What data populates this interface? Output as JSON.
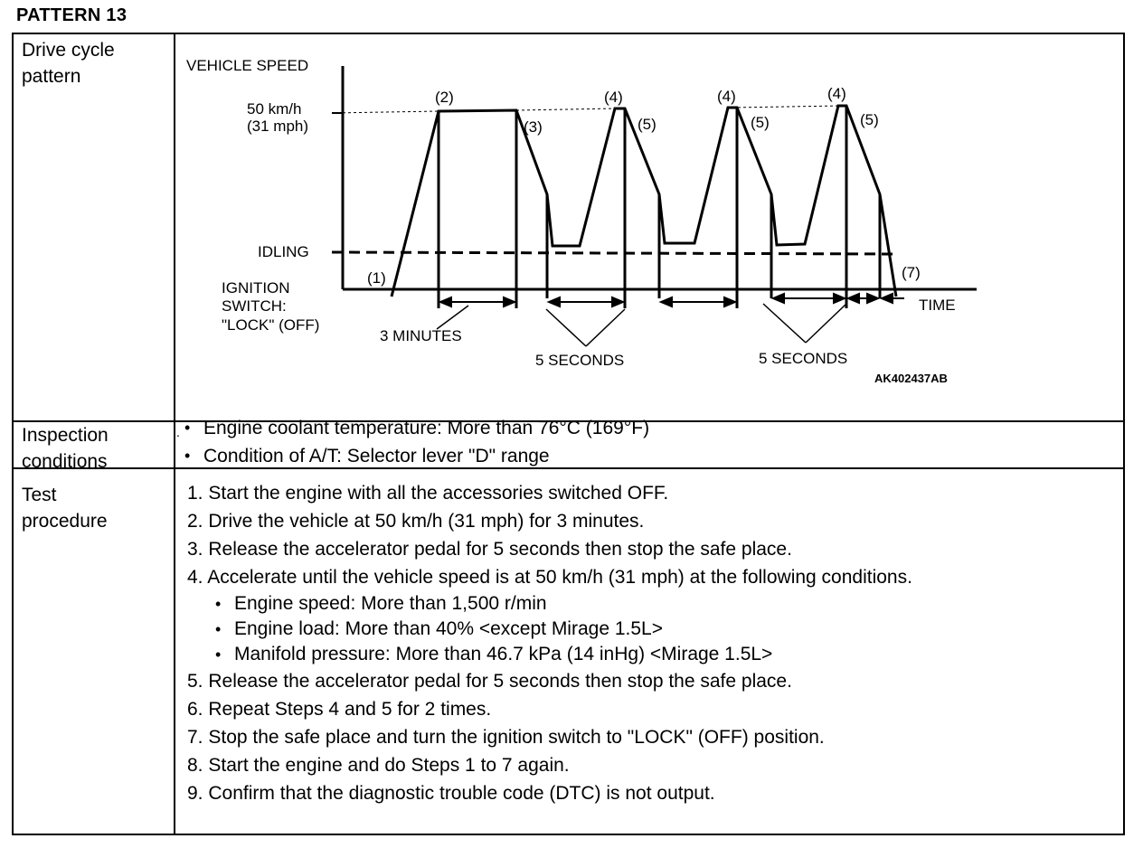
{
  "title": "PATTERN 13",
  "rows": {
    "drive_cycle": {
      "label_line1": "Drive cycle",
      "label_line2": "pattern"
    },
    "inspection": {
      "label_line1": "Inspection",
      "label_line2": "conditions",
      "items": [
        "Engine coolant temperature: More than 76°C (169°F)",
        "Condition of A/T: Selector lever \"D\" range"
      ]
    },
    "procedure": {
      "label_line1": "Test",
      "label_line2": "procedure",
      "steps": [
        "1. Start the engine with all the accessories switched OFF.",
        "2. Drive the vehicle at 50 km/h (31 mph) for 3 minutes.",
        "3. Release the accelerator pedal for 5 seconds then stop the safe place.",
        "4. Accelerate until the vehicle speed is at 50 km/h (31 mph) at the following conditions."
      ],
      "substeps": [
        "Engine speed: More than 1,500 r/min",
        "Engine load: More than 40% <except Mirage 1.5L>",
        "Manifold pressure: More than 46.7 kPa (14 inHg) <Mirage 1.5L>"
      ],
      "steps_after": [
        "5. Release the accelerator pedal for 5 seconds then stop the safe place.",
        "6. Repeat Steps 4 and 5 for 2 times.",
        "7. Stop the safe place and turn the ignition switch to \"LOCK\" (OFF) position.",
        "8. Start the engine and do Steps 1 to 7 again.",
        "9. Confirm that the diagnostic trouble code (DTC) is not output."
      ]
    }
  },
  "diagram": {
    "y_axis_label": "VEHICLE SPEED",
    "speed_label_line1": "50 km/h",
    "speed_label_line2": "(31 mph)",
    "idling_label": "IDLING",
    "ignition_line1": "IGNITION",
    "ignition_line2": "SWITCH:",
    "ignition_line3": "\"LOCK\" (OFF)",
    "time_label": "TIME",
    "three_minutes": "3 MINUTES",
    "five_seconds_a": "5 SECONDS",
    "five_seconds_b": "5 SECONDS",
    "figure_code": "AK402437AB",
    "marker_1": "(1)",
    "marker_2": "(2)",
    "marker_3": "(3)",
    "marker_4a": "(4)",
    "marker_5a": "(5)",
    "marker_4b": "(4)",
    "marker_5b": "(5)",
    "marker_4c": "(4)",
    "marker_5c": "(5)",
    "marker_7": "(7)"
  }
}
